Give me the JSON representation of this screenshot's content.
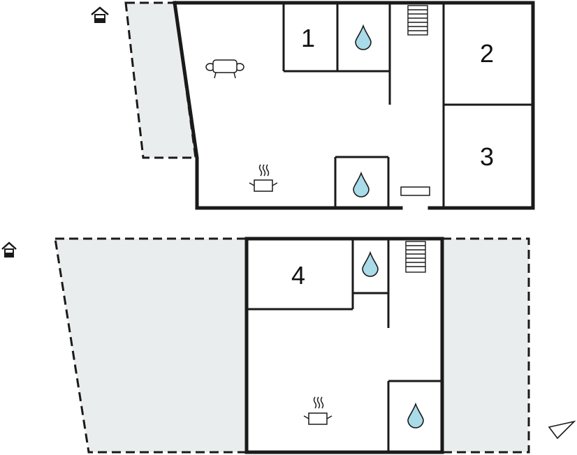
{
  "floor_plan": {
    "upper_floor": {
      "rooms": [
        {
          "label": "1",
          "type": "bedroom"
        },
        {
          "label": "2",
          "type": "bedroom"
        },
        {
          "label": "3",
          "type": "bedroom"
        }
      ],
      "icons": [
        "entrance-icon",
        "sofa-icon",
        "kitchen-pot-icon",
        "bathroom-drop-icon",
        "bathroom-drop-icon",
        "stairs-icon",
        "window-icon"
      ],
      "terrace": true
    },
    "lower_floor": {
      "rooms": [
        {
          "label": "4",
          "type": "bedroom"
        }
      ],
      "icons": [
        "entrance-icon",
        "kitchen-pot-icon",
        "bathroom-drop-icon",
        "bathroom-drop-icon",
        "stairs-icon",
        "compass-arrow-icon"
      ],
      "terrace": true
    },
    "colors": {
      "wall": "#1a1a1a",
      "terrace": "#e9eded",
      "water_drop": "#a9dbe8",
      "background": "#ffffff"
    }
  }
}
